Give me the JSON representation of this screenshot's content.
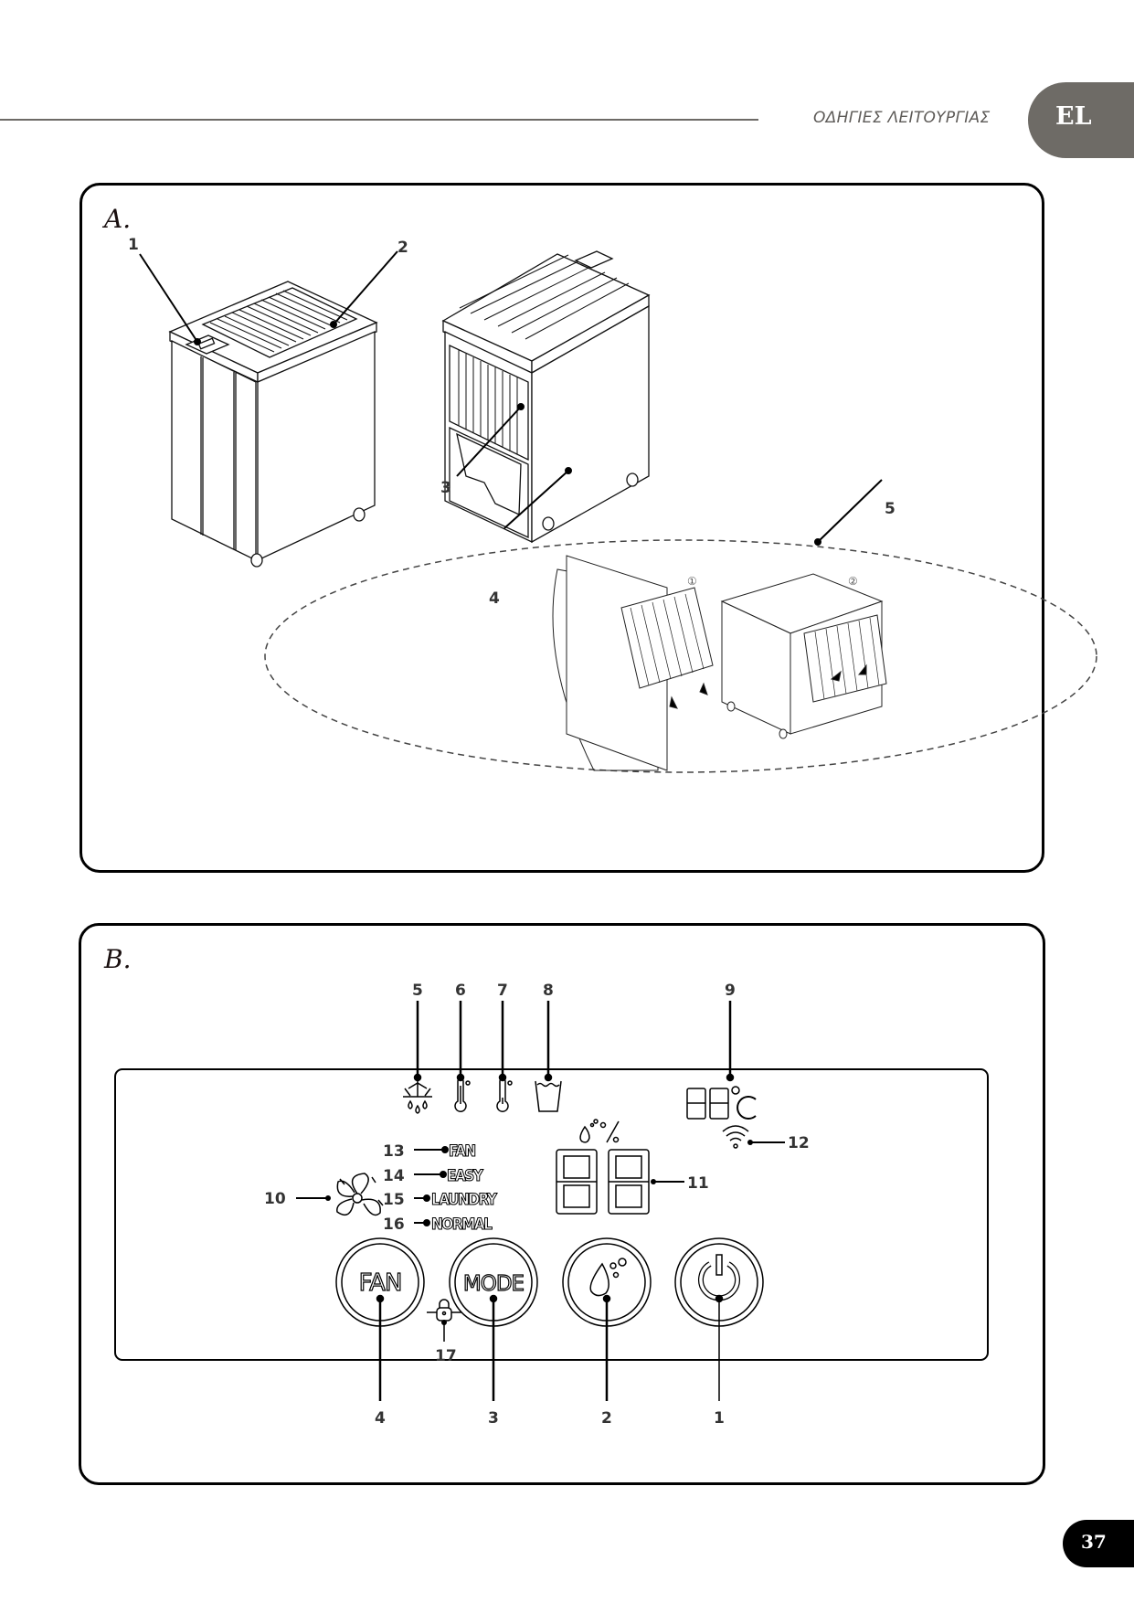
{
  "header": {
    "title": "ΟΔΗΓΙΕΣ ΛΕΙΤΟΥΡΓΙΑΣ",
    "language_tab": "EL"
  },
  "page_number": "37",
  "panel_a": {
    "letter": "A.",
    "callouts": [
      "1",
      "2",
      "3",
      "4",
      "5"
    ],
    "inset_steps": [
      "①",
      "②"
    ]
  },
  "panel_b": {
    "letter": "B.",
    "top_callouts": [
      "5",
      "6",
      "7",
      "8",
      "9"
    ],
    "side_callouts": {
      "fan_icon": "10",
      "humidity_display": "11",
      "wifi": "12",
      "mode_fan": "13",
      "mode_easy": "14",
      "mode_laundry": "15",
      "mode_normal": "16",
      "lock": "17"
    },
    "modes": [
      "FAN",
      "EASY",
      "LAUNDRY",
      "NORMAL"
    ],
    "buttons": [
      {
        "label": "FAN",
        "callout": "4"
      },
      {
        "label": "MODE",
        "callout": "3"
      },
      {
        "label": "",
        "icon": "humidity-drop-icon",
        "callout": "2"
      },
      {
        "label": "",
        "icon": "power-icon",
        "callout": "1"
      }
    ],
    "temp_unit": "°C",
    "humidity_unit": "%"
  }
}
